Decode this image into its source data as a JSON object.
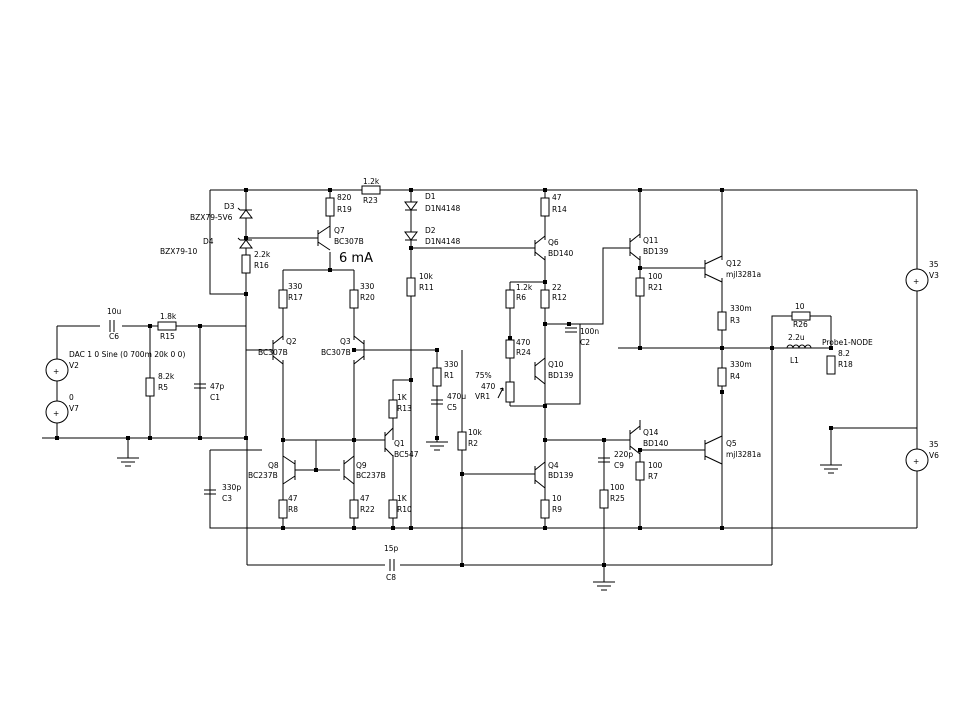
{
  "components": {
    "R19": {
      "ref": "R19",
      "value": "820"
    },
    "R23": {
      "ref": "R23",
      "value": "1.2k"
    },
    "D1": {
      "ref": "D1",
      "value": "D1N4148"
    },
    "D2": {
      "ref": "D2",
      "value": "D1N4148"
    },
    "R14": {
      "ref": "R14",
      "value": "47"
    },
    "D3": {
      "ref": "D3",
      "value": "BZX79-5V6"
    },
    "D4": {
      "ref": "D4",
      "value": "BZX79-10"
    },
    "Q7": {
      "ref": "Q7",
      "value": "BC307B"
    },
    "Q6": {
      "ref": "Q6",
      "value": "BD140"
    },
    "Q11": {
      "ref": "Q11",
      "value": "BD139"
    },
    "Q12": {
      "ref": "Q12",
      "value": "mjl3281a"
    },
    "R16": {
      "ref": "R16",
      "value": "2.2k"
    },
    "R11": {
      "ref": "R11",
      "value": "10k"
    },
    "R21": {
      "ref": "R21",
      "value": "100"
    },
    "R17": {
      "ref": "R17",
      "value": "330"
    },
    "R20": {
      "ref": "R20",
      "value": "330"
    },
    "R6": {
      "ref": "R6",
      "value": "1.2k"
    },
    "R12": {
      "ref": "R12",
      "value": "22"
    },
    "R3": {
      "ref": "R3",
      "value": "330m"
    },
    "V3": {
      "ref": "V3",
      "value": "35"
    },
    "C6": {
      "ref": "C6",
      "value": "10u"
    },
    "R15": {
      "ref": "R15",
      "value": "1.8k"
    },
    "R26": {
      "ref": "R26",
      "value": "10"
    },
    "C2": {
      "ref": "C2",
      "value": "100n"
    },
    "Q2": {
      "ref": "Q2",
      "value": "BC307B"
    },
    "Q3": {
      "ref": "Q3",
      "value": "BC307B"
    },
    "R24": {
      "ref": "R24",
      "value": "470"
    },
    "L1": {
      "ref": "L1",
      "value": "2.2u"
    },
    "R18": {
      "ref": "R18",
      "value": "8.2"
    },
    "V2": {
      "ref": "V2",
      "value": "DAC 1 0 Sine (0 700m 20k 0 0)"
    },
    "R5": {
      "ref": "R5",
      "value": "8.2k"
    },
    "R1": {
      "ref": "R1",
      "value": "330"
    },
    "Q10": {
      "ref": "Q10",
      "value": "BD139"
    },
    "R4": {
      "ref": "R4",
      "value": "330m"
    },
    "C1": {
      "ref": "C1",
      "value": "47p"
    },
    "VR1": {
      "ref": "VR1",
      "value": "470",
      "setting": "75%"
    },
    "C5": {
      "ref": "C5",
      "value": "470u"
    },
    "V7": {
      "ref": "V7",
      "value": "0"
    },
    "R13": {
      "ref": "R13",
      "value": "1K"
    },
    "R2": {
      "ref": "R2",
      "value": "10k"
    },
    "Q14": {
      "ref": "Q14",
      "value": "BD140"
    },
    "Q1": {
      "ref": "Q1",
      "value": "BC547"
    },
    "C9": {
      "ref": "C9",
      "value": "220p"
    },
    "Q5": {
      "ref": "Q5",
      "value": "mjl3281a"
    },
    "V6": {
      "ref": "V6",
      "value": "35"
    },
    "Q8": {
      "ref": "Q8",
      "value": "BC237B"
    },
    "Q9": {
      "ref": "Q9",
      "value": "BC237B"
    },
    "Q4": {
      "ref": "Q4",
      "value": "BD139"
    },
    "R7": {
      "ref": "R7",
      "value": "100"
    },
    "C3": {
      "ref": "C3",
      "value": "330p"
    },
    "R8": {
      "ref": "R8",
      "value": "47"
    },
    "R22": {
      "ref": "R22",
      "value": "47"
    },
    "R10": {
      "ref": "R10",
      "value": "1K"
    },
    "R9": {
      "ref": "R9",
      "value": "10"
    },
    "R25": {
      "ref": "R25",
      "value": "100"
    },
    "C8": {
      "ref": "C8",
      "value": "15p"
    }
  },
  "annotations": {
    "current": "6 mA",
    "probe": "Probe1-NODE"
  }
}
